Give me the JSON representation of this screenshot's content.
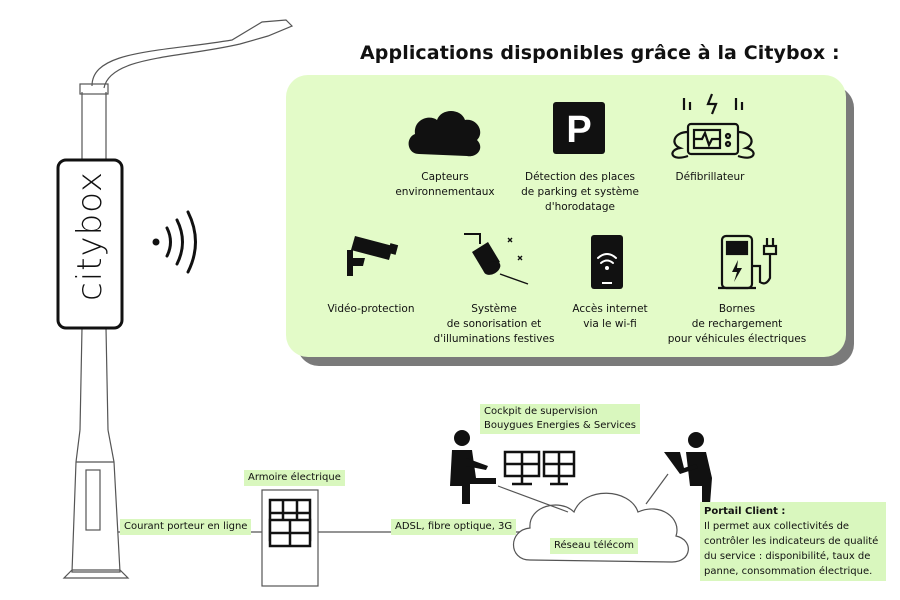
{
  "title": "Applications disponibles grâce à la Citybox :",
  "citybox_logo": "citybox",
  "applications": [
    {
      "icon": "cloud-icon",
      "label": "Capteurs\nenvironnementaux"
    },
    {
      "icon": "parking-icon",
      "label": "Détection des places\nde parking et système\nd'horodatage"
    },
    {
      "icon": "defibrillator-icon",
      "label": "Défibrillateur"
    },
    {
      "icon": "cctv-camera-icon",
      "label": "Vidéo-protection"
    },
    {
      "icon": "spotlight-icon",
      "label": "Système\nde sonorisation et\nd'illuminations festives"
    },
    {
      "icon": "smartphone-wifi-icon",
      "label": "Accès internet\nvia le wi-fi"
    },
    {
      "icon": "ev-charger-icon",
      "label": "Bornes\nde rechargement\npour véhicules électriques"
    }
  ],
  "network": {
    "cockpit_line1": "Cockpit de supervision",
    "cockpit_line2": "Bouygues Energies & Services",
    "armoire": "Armoire électrique",
    "courant": "Courant porteur en ligne",
    "adsl": "ADSL, fibre optique, 3G",
    "reseau": "Réseau télécom",
    "portal_title": "Portail Client :",
    "portal_text": "Il permet aux collectivités de contrôler les indicateurs de qualité du service : disponibilité, taux de panne, consommation électrique."
  },
  "colors": {
    "panel": "#e3fbc8",
    "highlight": "#d9f7be",
    "shadow": "#7a7a7a"
  }
}
